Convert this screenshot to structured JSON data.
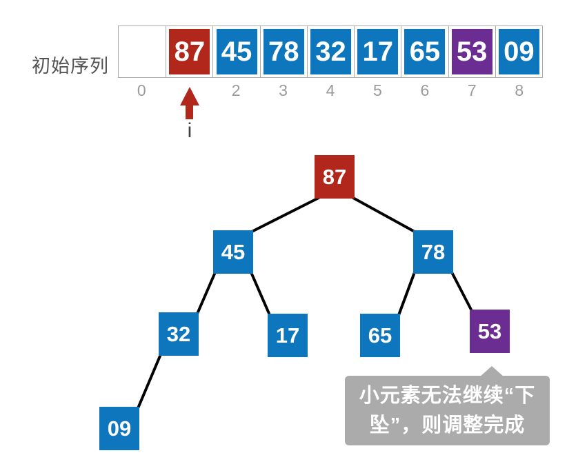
{
  "palette": {
    "red": "#b1271c",
    "blue": "#0e76bc",
    "purple": "#6b2d91",
    "edge_black": "#000000",
    "tooltip_gray": "#ababab",
    "index_gray": "#9a9a9a",
    "label_gray": "#525252"
  },
  "array": {
    "label": "初始序列",
    "cells": [
      {
        "value": "",
        "color": "empty"
      },
      {
        "value": "87",
        "color": "red"
      },
      {
        "value": "45",
        "color": "blue"
      },
      {
        "value": "78",
        "color": "blue"
      },
      {
        "value": "32",
        "color": "blue"
      },
      {
        "value": "17",
        "color": "blue"
      },
      {
        "value": "65",
        "color": "blue"
      },
      {
        "value": "53",
        "color": "purple"
      },
      {
        "value": "09",
        "color": "blue"
      }
    ],
    "indices": [
      "0",
      "",
      "2",
      "3",
      "4",
      "5",
      "6",
      "7",
      "8"
    ],
    "pointer_label": "i",
    "pointer_index": 1
  },
  "tree": {
    "nodes": [
      {
        "value": "87",
        "color": "red"
      },
      {
        "value": "45",
        "color": "blue"
      },
      {
        "value": "78",
        "color": "blue"
      },
      {
        "value": "32",
        "color": "blue"
      },
      {
        "value": "17",
        "color": "blue"
      },
      {
        "value": "65",
        "color": "blue"
      },
      {
        "value": "53",
        "color": "purple"
      },
      {
        "value": "09",
        "color": "blue"
      }
    ]
  },
  "tooltip": {
    "lines": [
      "小元素无法继续“下",
      "坠”，则调整完成"
    ]
  }
}
